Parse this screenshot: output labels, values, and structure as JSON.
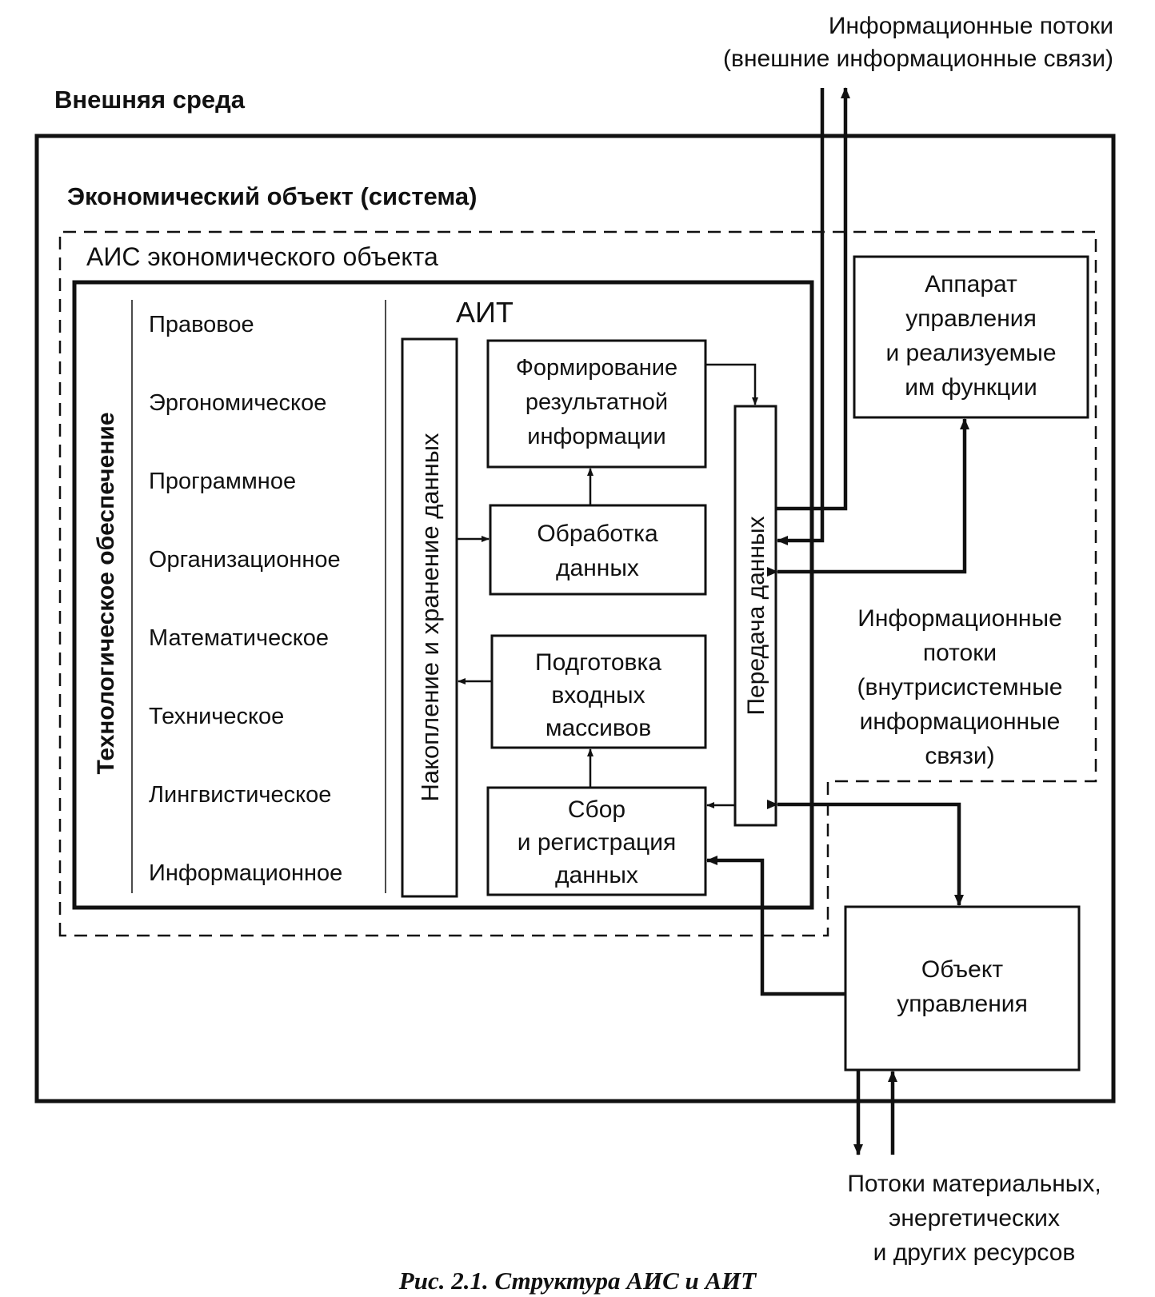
{
  "external_flows_top": [
    "Информационные потоки",
    "(внешние информационные связи)"
  ],
  "external_env": "Внешняя среда",
  "econ_object": "Экономический объект (система)",
  "ais_title": "АИС экономического объекта",
  "tech_support_vertical": "Технологическое обеспечение",
  "support_items": [
    "Правовое",
    "Эргономическое",
    "Программное",
    "Организационное",
    "Математическое",
    "Техническое",
    "Лингвистическое",
    "Информационное"
  ],
  "ait_title": "АИТ",
  "storage_vertical": "Накопление и хранение данных",
  "transfer_vertical": "Передача данных",
  "form_box": [
    "Формирование",
    "результатной",
    "информации"
  ],
  "process_box": [
    "Обработка",
    "данных"
  ],
  "prep_box": [
    "Подготовка",
    "входных",
    "массивов"
  ],
  "collect_box": [
    "Сбор",
    "и регистрация",
    "данных"
  ],
  "mgmt_box": [
    "Аппарат",
    "управления",
    "и реализуемые",
    "им функции"
  ],
  "internal_flows": [
    "Информационные",
    "потоки",
    "(внутрисистемные",
    "информационные",
    "связи)"
  ],
  "object_box": [
    "Объект",
    "управления"
  ],
  "resource_flows": [
    "Потоки материальных,",
    "энергетических",
    "и других ресурсов"
  ],
  "caption": "Рис. 2.1. Структура АИС и АИТ"
}
